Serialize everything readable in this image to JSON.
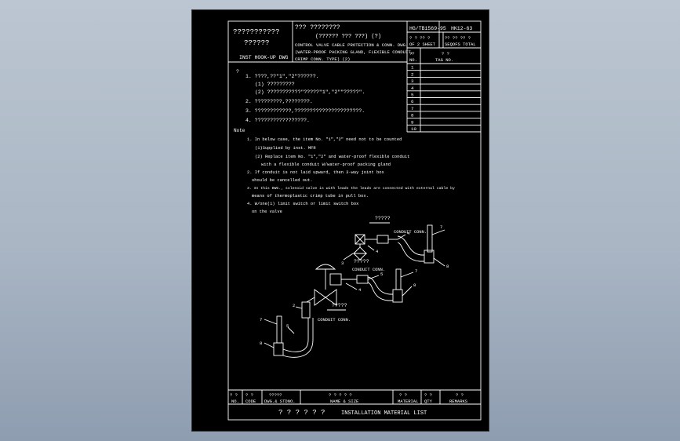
{
  "title_block": {
    "left_line1": "???????????",
    "left_line2": "??????",
    "left_line3": "INST HOOK-UP DWG",
    "mid_line1": "??? ????????",
    "mid_line2": "(??????   ??? ???)   (?)",
    "mid_line3": "CONTROL VALVE CABLE PROTECTION & CONN. DWG.",
    "mid_line4": "(WATER-PROOF PACKING GLAND, FLEXIBLE CONDUIT,",
    "mid_line5": "CRIMP CONN. TYPE) (2)",
    "doc_no": "HG/TB1569-95",
    "doc_code": "HK12-63",
    "sheet_line1": "?  ? ?? ?",
    "sheet_line2": "OF 2 SHEET",
    "total_line1": "?? ?? ?? ?",
    "total_line2": "SEQOFS TOTAL"
  },
  "tag_table": {
    "col_no": "??\nNO.",
    "col_tag": "?  ?\nTAG  NO.",
    "rows": [
      "1",
      "2",
      "3",
      "4",
      "5",
      "6",
      "7",
      "8",
      "9",
      "10"
    ]
  },
  "notes_cn": {
    "marker": "?",
    "items": [
      "1.  ????,??\"1\",\"2\"??????.",
      "(1)  ?????????",
      "(2)  ???????????\"?????\"1\",\"2\"\"?????\".",
      "2.  ?????????,????????.",
      "3.  ????????????,??????????????????????.",
      "4.  ?????????????????."
    ]
  },
  "notes_en": {
    "heading": "Note",
    "items": [
      "1. In below case, the item No. \"1\",\"2\" need not to be counted",
      "(1)Supplied by inst. MFR",
      "(2) Replace item No. \"1\",\"2\" and water-proof flexible conduit",
      "with a flexible conduit W/water-proof packing gland",
      "2. If conduit is not laid upward, then 3-way joint box",
      "should be cancelled out.",
      "3. In this DWG., solenoid valve is with leads the leads are connected with external cable by",
      "means of thermoplastic crimp tube in pull box.",
      "4. W/one(1) limit switch or limit switch box",
      "on the valve"
    ]
  },
  "drawing": {
    "label_top": "?????",
    "label_conduit1": "CONDUIT CONN.",
    "label_conduit2": "CONDUIT CONN.",
    "label_conduit3": "CONDUIT CONN.",
    "label_mid": "?????",
    "label_bottom": "?????",
    "callouts": [
      "1",
      "2",
      "3",
      "4",
      "5",
      "6",
      "7",
      "8"
    ]
  },
  "material_list": {
    "h_no_cn": "?  ?",
    "h_no": "NO.",
    "h_code_cn": "?  ?",
    "h_code": "CODE",
    "h_dwg_cn": "?????",
    "h_dwg": "DWG.& STDNO.",
    "h_name_cn": "?  ?  ?  ?  ?",
    "h_name": "NAME & SIZE",
    "h_mat_cn": "?  ?",
    "h_mat": "MATERIAL",
    "h_qty_cn": "?  ?",
    "h_qty": "QTY",
    "h_rem_cn": "?  ?",
    "h_rem": "REMARKS",
    "footer_cn": "?  ?  ?  ?  ?  ?",
    "footer": "INSTALLATION MATERIAL LIST"
  }
}
